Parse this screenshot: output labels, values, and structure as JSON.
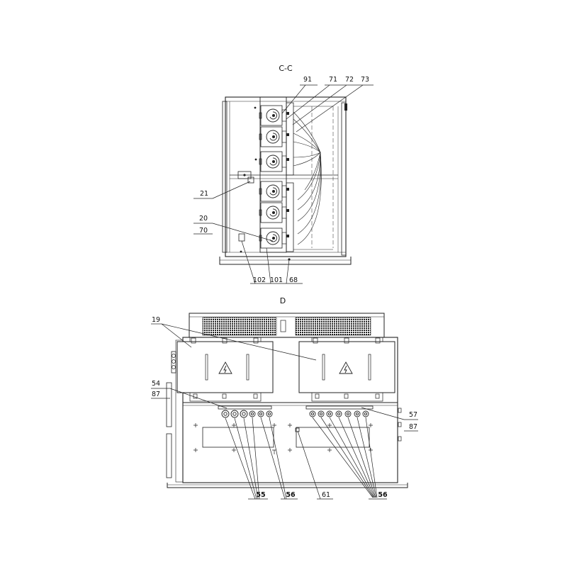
{
  "views": {
    "section_title": "C-C",
    "view_title": "D"
  },
  "callouts": {
    "c91": "91",
    "c71": "71",
    "c72": "72",
    "c73": "73",
    "c21": "21",
    "c20": "20",
    "c70": "70",
    "c102": "102",
    "c101": "101",
    "c68": "68",
    "c19": "19",
    "c54": "54",
    "c87a": "87",
    "c57": "57",
    "c87b": "87",
    "c55": "55",
    "c56a": "56",
    "c61": "61",
    "c56b": "56"
  },
  "colors": {
    "line": "#222222",
    "faint": "#666666"
  }
}
